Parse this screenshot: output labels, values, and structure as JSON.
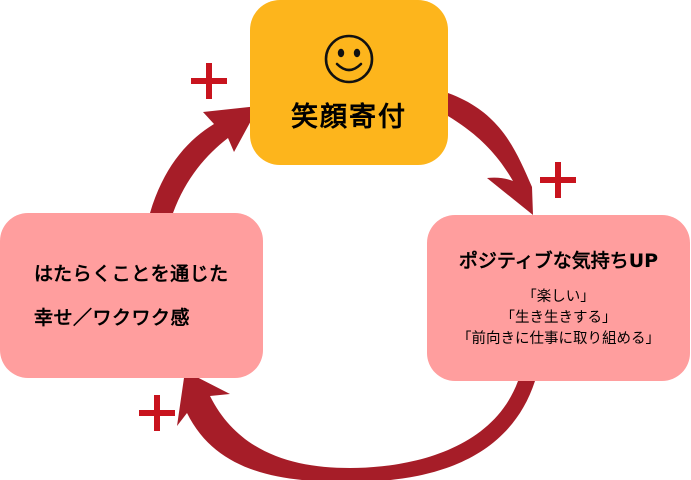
{
  "colors": {
    "arrow": "#A61D28",
    "top_box": "#FDB51C",
    "side_box": "#FF9E9E",
    "plus": "#C8141E"
  },
  "nodes": {
    "top": {
      "icon": "smiley-face-icon",
      "title": "笑顔寄付"
    },
    "right": {
      "title": "ポジティブな気持ちUP",
      "lines": [
        "「楽しい」",
        "「生き生きする」",
        "「前向きに仕事に取り組める」"
      ]
    },
    "left": {
      "lines": [
        "はたらくことを通じた",
        "幸せ／ワクワク感"
      ]
    }
  },
  "plus_signs": [
    "plus-icon",
    "plus-icon",
    "plus-icon"
  ]
}
